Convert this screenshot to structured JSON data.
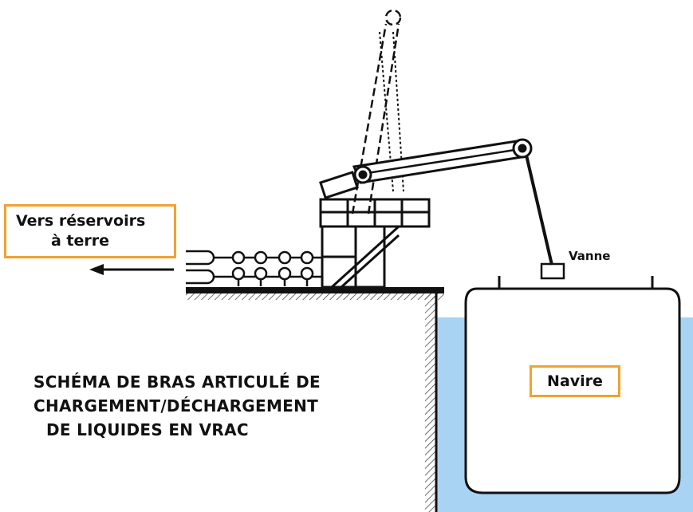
{
  "labels": {
    "shore": {
      "line1": "Vers réservoirs",
      "line2": "à terre"
    },
    "valve": "Vanne",
    "ship": "Navire"
  },
  "title": {
    "line1": "SCHÉMA DE BRAS ARTICULÉ DE",
    "line2": "CHARGEMENT/DÉCHARGEMENT",
    "line3": "DE LIQUIDES EN VRAC"
  },
  "colors": {
    "water": "#a9d3f2",
    "label_border": "#f0a232",
    "outline": "#111111"
  },
  "icons": {
    "flow_arrow": "arrow-left-icon"
  }
}
